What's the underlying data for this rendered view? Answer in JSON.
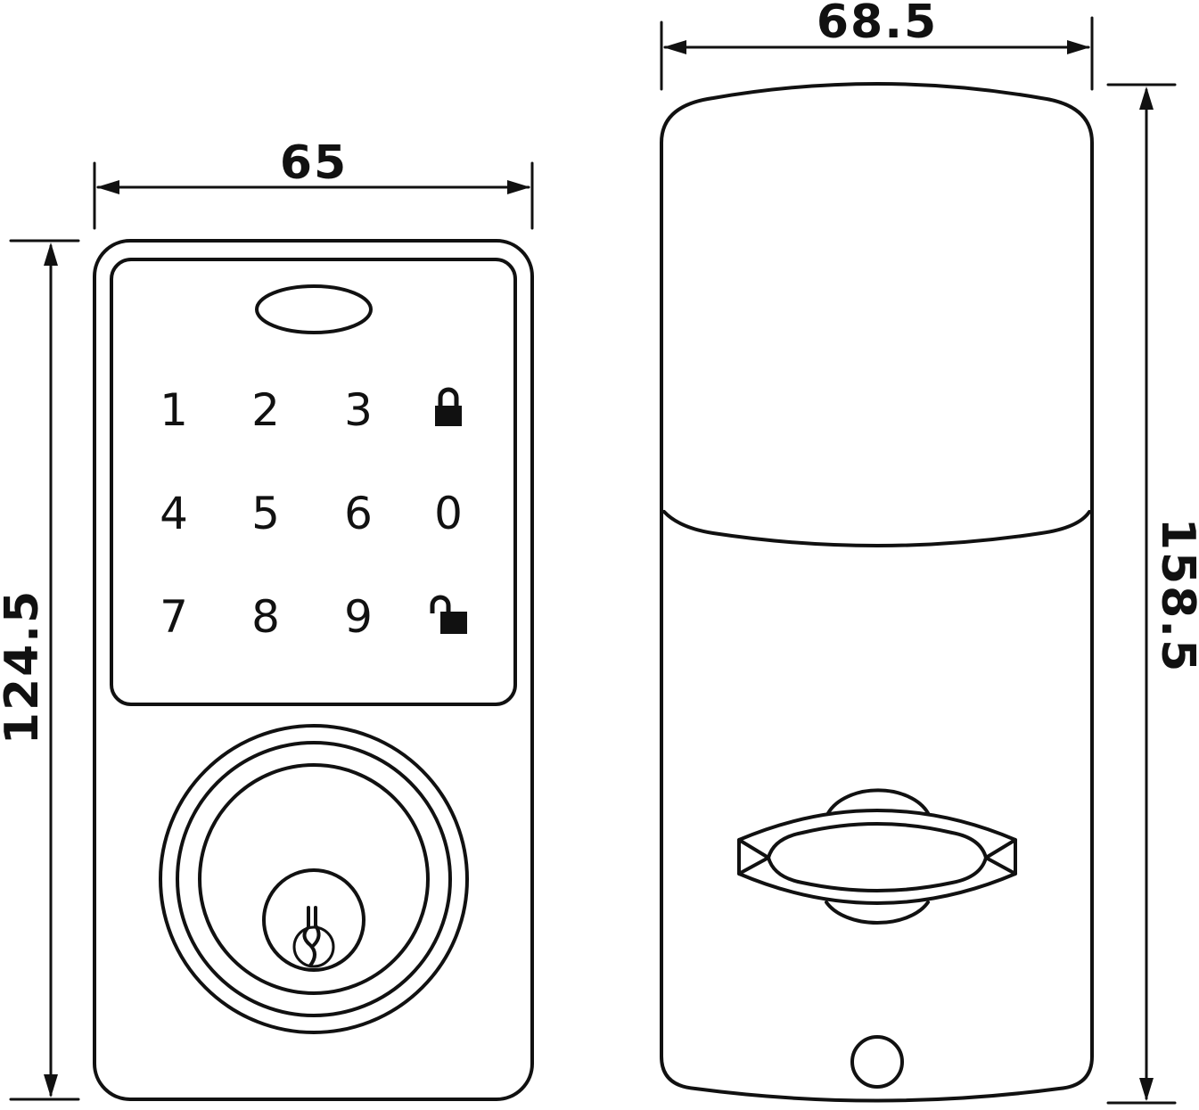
{
  "colors": {
    "line": "#111111",
    "background": "#ffffff"
  },
  "dimensions": {
    "front_width": "65",
    "front_height": "124.5",
    "back_width": "68.5",
    "back_height": "158.5"
  },
  "keypad": {
    "rows": [
      [
        "1",
        "2",
        "3"
      ],
      [
        "4",
        "5",
        "6"
      ],
      [
        "7",
        "8",
        "9"
      ]
    ],
    "side_keys": [
      {
        "type": "icon",
        "icon": "lock-closed-icon"
      },
      {
        "type": "text",
        "label": "0"
      },
      {
        "type": "icon",
        "icon": "lock-open-icon"
      }
    ]
  }
}
